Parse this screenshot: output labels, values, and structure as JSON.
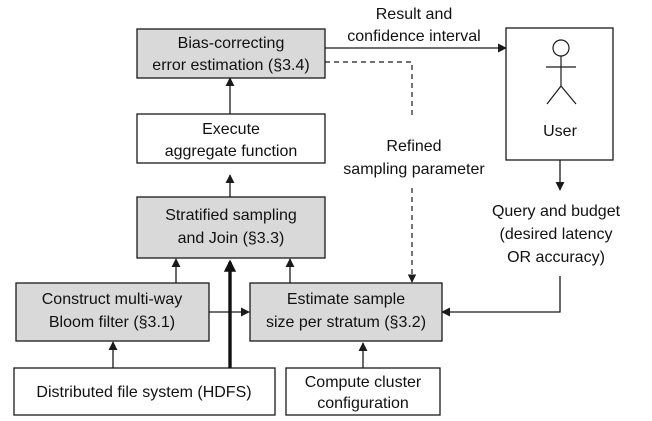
{
  "colors": {
    "box_fill_shaded": "#d9d9d9",
    "box_fill_plain": "#ffffff",
    "stroke": "#1a1a1a",
    "text": "#111111"
  },
  "nodes": {
    "bias_correcting": {
      "line1": "Bias-correcting",
      "line2": "error estimation (§3.4)"
    },
    "execute_aggregate": {
      "line1": "Execute",
      "line2": "aggregate function"
    },
    "stratified_sampling": {
      "line1": "Stratified sampling",
      "line2": "and Join (§3.3)"
    },
    "construct_bloom": {
      "line1": "Construct multi-way",
      "line2": "Bloom filter (§3.1)"
    },
    "estimate_sample": {
      "line1": "Estimate sample",
      "line2": "size per stratum (§3.2)"
    },
    "distributed_fs": {
      "line1": "Distributed file system (HDFS)"
    },
    "compute_cluster": {
      "line1": "Compute cluster",
      "line2": "configuration"
    },
    "user": {
      "label": "User"
    }
  },
  "edge_labels": {
    "result": {
      "line1": "Result and",
      "line2": "confidence interval"
    },
    "refined": {
      "line1": "Refined",
      "line2": "sampling parameter"
    },
    "query": {
      "line1": "Query and budget",
      "line2": "(desired latency",
      "line3": "OR accuracy)"
    }
  },
  "icons": {
    "user": "stick-figure-icon"
  }
}
